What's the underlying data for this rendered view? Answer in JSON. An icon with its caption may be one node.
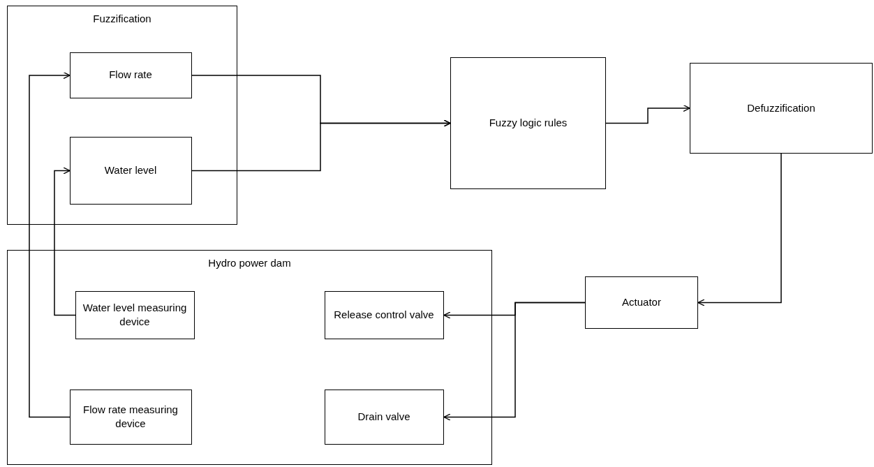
{
  "diagram": {
    "nodes": [
      {
        "text": [
          "Fuzzification"
        ]
      },
      {
        "text": [
          "Flow rate"
        ],
        "in": 0
      },
      {
        "text": [
          "Water level"
        ],
        "in": 0
      },
      {
        "text": [
          "Fuzzy logic rules"
        ]
      },
      {
        "text": [
          "Defuzzification"
        ]
      },
      {
        "text": [
          "Hydro power dam"
        ]
      },
      {
        "text": [
          "Water level measuring device"
        ],
        "in": 5
      },
      {
        "text": [
          "Flow rate measuring device"
        ],
        "in": 5
      },
      {
        "text": [
          "Release control valve"
        ],
        "in": 5
      },
      {
        "text": [
          "Drain valve"
        ],
        "in": 5
      },
      {
        "text": [
          "Actuator"
        ]
      }
    ],
    "edges": [
      {
        "from": 1,
        "to": 3,
        "arrow": "to"
      },
      {
        "from": 2,
        "to": 3,
        "arrow": "to"
      },
      {
        "from": 3,
        "to": 4,
        "arrow": "to"
      },
      {
        "from": 4,
        "to": 10,
        "arrow": "to"
      },
      {
        "from": 10,
        "to": 8,
        "arrow": "to"
      },
      {
        "from": 10,
        "to": 9,
        "arrow": "to"
      },
      {
        "from": 6,
        "to": 2,
        "arrow": "to"
      },
      {
        "from": 7,
        "to": 1,
        "arrow": "to"
      }
    ]
  }
}
